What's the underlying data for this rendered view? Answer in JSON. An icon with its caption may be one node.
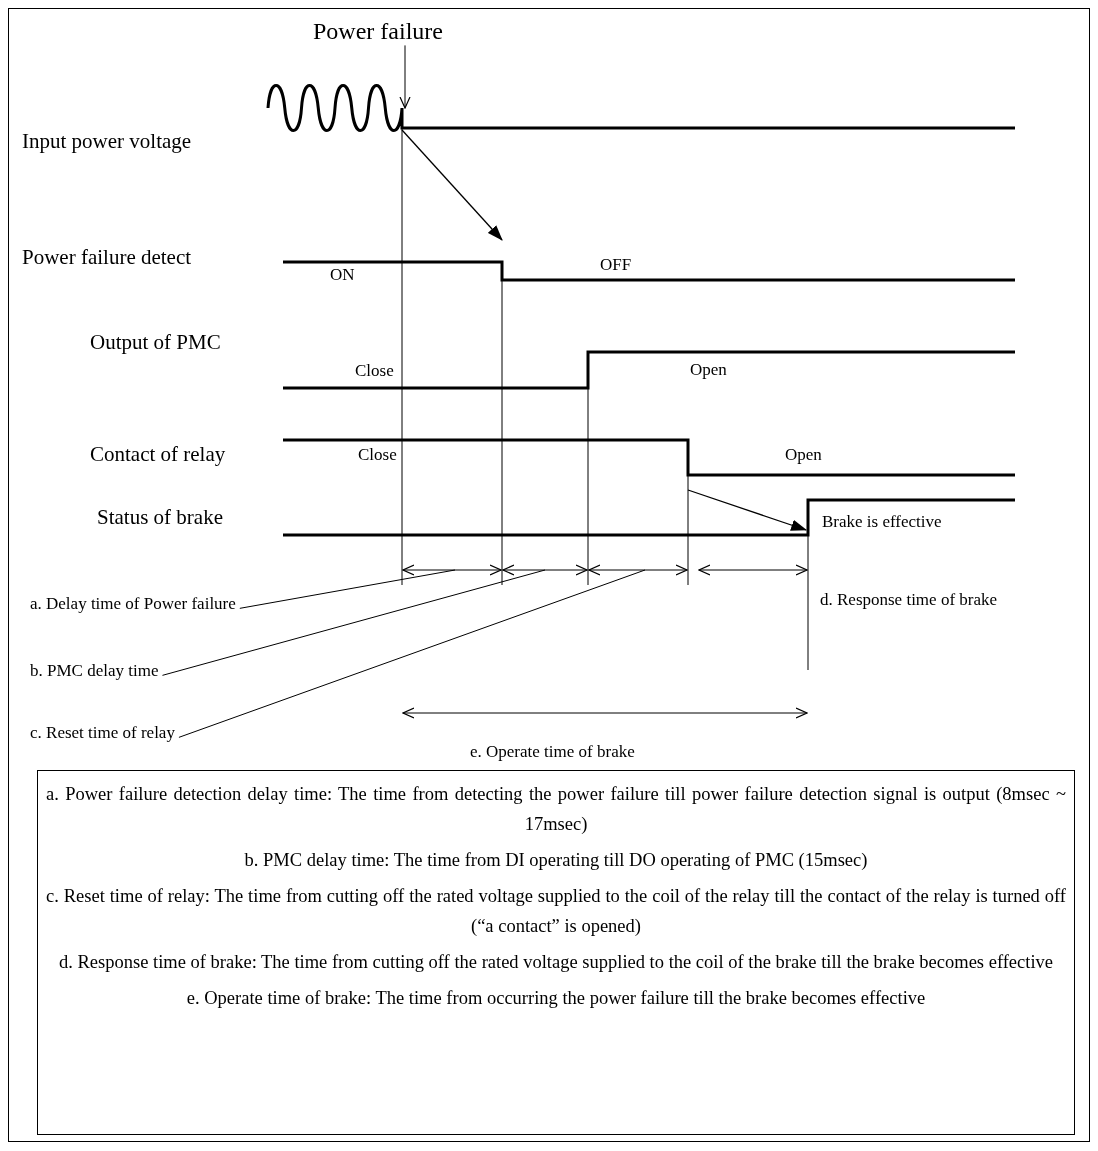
{
  "diagram": {
    "nodes": [
      {
        "text": [
          "Power failure"
        ]
      },
      {
        "text": [
          "a. Delay time of Power failure"
        ]
      },
      {
        "text": [
          "b. PMC delay time"
        ]
      },
      {
        "text": [
          "c. Reset time of relay"
        ]
      },
      {
        "text": [
          "a. Power failure detection delay time: The time from detecting the power failure till power failure detection signal is output (8msec ~ 17msec)",
          "b. PMC delay time: The time from DI operating till DO operating of PMC (15msec)",
          "c. Reset time of relay: The time from cutting off the rated voltage supplied to the coil of the relay till the contact of the relay is turned off (“a contact” is opened)",
          "d. Response time of brake: The time from cutting off the rated voltage supplied to the coil of the brake till the brake becomes effective",
          "e. Operate time of brake: The time from occurring the power failure till the brake becomes effective"
        ]
      }
    ],
    "edges": [
      {
        "from": 0,
        "to": null,
        "arrow": "to"
      },
      {
        "from": 1,
        "to": null,
        "arrow": "none"
      },
      {
        "from": 2,
        "to": null,
        "arrow": "none"
      },
      {
        "from": 3,
        "to": null,
        "arrow": "none"
      }
    ],
    "labels": [
      "Input power voltage",
      "Power failure detect",
      "ON",
      "OFF",
      "Output of PMC",
      "Close",
      "Open",
      "Contact of relay",
      "Close",
      "Open",
      "Status of brake",
      "Brake is effective",
      "d. Response time of brake",
      "e. Operate time of brake"
    ]
  }
}
